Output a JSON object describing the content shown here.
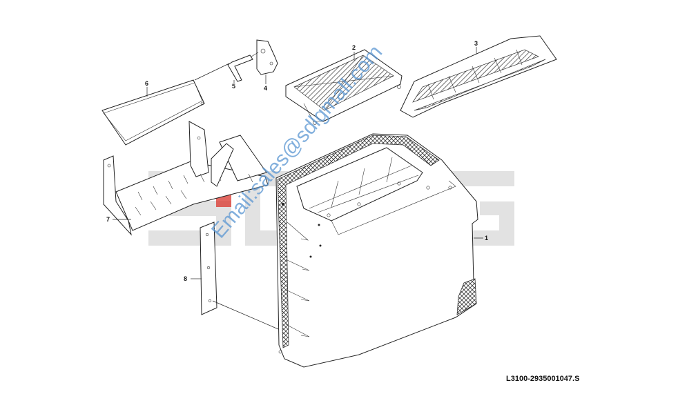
{
  "diagram": {
    "drawing_code": "L3100-2935001047.S",
    "watermark_email": "Email:sales@sdlgmall.com",
    "brand_watermark": "SDLG",
    "callouts": [
      {
        "id": "1",
        "label": "1"
      },
      {
        "id": "2",
        "label": "2"
      },
      {
        "id": "3",
        "label": "3"
      },
      {
        "id": "4",
        "label": "4"
      },
      {
        "id": "5",
        "label": "5"
      },
      {
        "id": "6",
        "label": "6"
      },
      {
        "id": "7",
        "label": "7"
      },
      {
        "id": "8",
        "label": "8"
      }
    ],
    "colors": {
      "line": "#222222",
      "watermark_text": "#5a96d2",
      "brand_gray": "#e2e2e2",
      "brand_red": "#d9342b"
    }
  }
}
